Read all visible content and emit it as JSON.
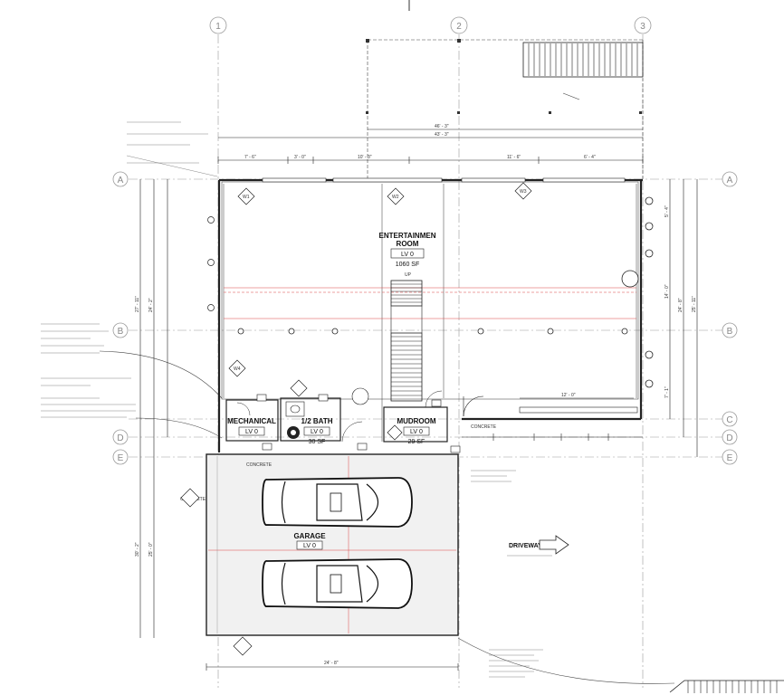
{
  "grid": {
    "columns": [
      "1",
      "2",
      "3"
    ],
    "rows": [
      "A",
      "B",
      "C",
      "D",
      "E"
    ]
  },
  "rooms": {
    "entertainment": {
      "name_line1": "ENTERTAINMEN",
      "name_line2": "ROOM",
      "level": "LV 0",
      "area": "1060 SF"
    },
    "mechanical": {
      "name": "MECHANICAL",
      "level": "LV 0"
    },
    "bath": {
      "name": "1/2 BATH",
      "level": "LV 0",
      "area": "30 SF"
    },
    "mudroom": {
      "name": "MUDROOM",
      "level": "LV 0",
      "area": "29 SF"
    },
    "garage": {
      "name": "GARAGE",
      "level": "LV 0"
    }
  },
  "labels": {
    "driveway": "DRIVEWAY",
    "up": "UP",
    "concrete_1": "CONCRETE",
    "concrete_2": "CONCRETE",
    "concrete_3": "CONCRETE"
  },
  "dimensions": {
    "deck_overall_1": "46' - 3\"",
    "deck_overall_2": "43' - 3\"",
    "seg_1": "7' - 6\"",
    "seg_2": "3' - 0\"",
    "seg_3": "10' - 3\"",
    "seg_4": "11' - 6\"",
    "seg_5": "6' - 4\"",
    "opening_width": "12' - 0\"",
    "garage_width": "24' - 8\"",
    "left_total_1": "27' - 11\"",
    "left_total_2": "24' - 2\"",
    "left_garage_1": "30' - 2\"",
    "left_garage_2": "25' - 0\"",
    "right_total_1": "25' - 11\"",
    "right_total_2": "24' - 8\"",
    "right_seg_1": "14' - 0\"",
    "right_seg_2": "7' - 1\"",
    "right_seg_3": "5' - 4\""
  },
  "tags": {
    "w1": "W1",
    "w2": "W2",
    "w3": "W3",
    "w4": "W4"
  }
}
